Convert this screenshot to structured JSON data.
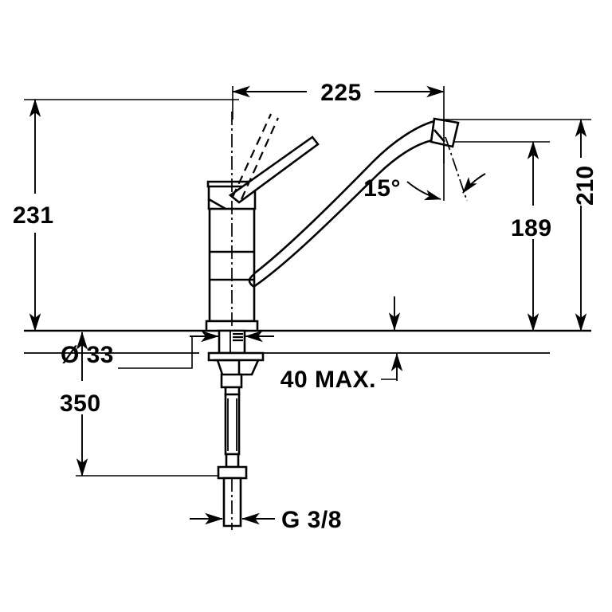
{
  "drawing": {
    "title": "Single-lever kitchen mixer tap dimensional drawing",
    "units": "mm",
    "line_color": "#000000",
    "background_color": "#ffffff"
  },
  "dimensions": {
    "reach_horizontal": "225",
    "handle_clearance_height": "231",
    "spout_outlet_height": "189",
    "overall_height": "210",
    "hose_length": "350",
    "mounting_hole_diameter": "Ø 33",
    "counter_thickness_max": "40 MAX.",
    "aerator_angle": "15°",
    "supply_thread": "G 3/8"
  },
  "labels": [
    {
      "id": "dim-225",
      "text": "225",
      "kind": "horizontal-dimension"
    },
    {
      "id": "dim-231",
      "text": "231",
      "kind": "vertical-dimension"
    },
    {
      "id": "dim-189",
      "text": "189",
      "kind": "vertical-dimension"
    },
    {
      "id": "dim-210",
      "text": "210",
      "kind": "vertical-dimension"
    },
    {
      "id": "dim-350",
      "text": "350",
      "kind": "vertical-dimension"
    },
    {
      "id": "dim-diameter-33",
      "text": "Ø 33",
      "kind": "diameter-callout"
    },
    {
      "id": "dim-40-max",
      "text": "40 MAX.",
      "kind": "max-thickness-callout"
    },
    {
      "id": "dim-angle-15",
      "text": "15°",
      "kind": "angle-callout"
    },
    {
      "id": "dim-thread-g38",
      "text": "G 3/8",
      "kind": "thread-callout"
    }
  ],
  "parts": [
    {
      "id": "lever-handle",
      "name": "lever handle"
    },
    {
      "id": "lever-handle-raised",
      "name": "lever handle raised position"
    },
    {
      "id": "valve-body",
      "name": "cylindrical valve body"
    },
    {
      "id": "swivel-spout",
      "name": "swivel spout"
    },
    {
      "id": "aerator",
      "name": "aerator outlet"
    },
    {
      "id": "counter-surface",
      "name": "counter surface"
    },
    {
      "id": "mounting-shank",
      "name": "threaded mounting shank"
    },
    {
      "id": "mounting-bracket",
      "name": "mounting bracket"
    },
    {
      "id": "supply-tube",
      "name": "flexible supply tube"
    },
    {
      "id": "supply-nut",
      "name": "supply connection nut"
    }
  ]
}
